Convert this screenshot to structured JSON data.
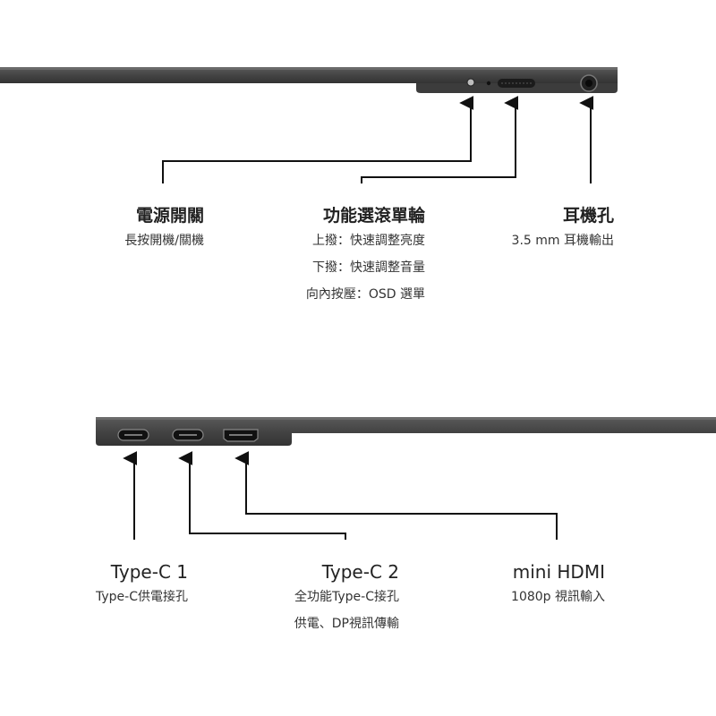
{
  "top_view": {
    "callouts": [
      {
        "title": "電源開關",
        "lines": [
          "長按開機/關機"
        ]
      },
      {
        "title": "功能選滾單輪",
        "lines": [
          "上撥：快速調整亮度",
          "下撥：快速調整音量",
          "向內按壓：OSD 選單"
        ]
      },
      {
        "title": "耳機孔",
        "lines": [
          "3.5 mm 耳機輸出"
        ]
      }
    ]
  },
  "side_view": {
    "callouts": [
      {
        "title": "Type-C 1",
        "lines": [
          "Type-C供電接孔"
        ]
      },
      {
        "title": "Type-C 2",
        "lines": [
          "全功能Type-C接孔",
          "供電、DP視訊傳輸"
        ]
      },
      {
        "title": "mini HDMI",
        "lines": [
          "1080p 視訊輸入"
        ]
      }
    ]
  },
  "colors": {
    "device_body": "#4a4a4a",
    "device_edge": "#2e2e2e",
    "line": "#111111"
  },
  "icons": [
    "power-button-icon",
    "indicator-light-icon",
    "scroll-wheel-icon",
    "headphone-jack-icon",
    "usb-c-port-icon",
    "mini-hdmi-port-icon",
    "arrow-up-icon"
  ]
}
